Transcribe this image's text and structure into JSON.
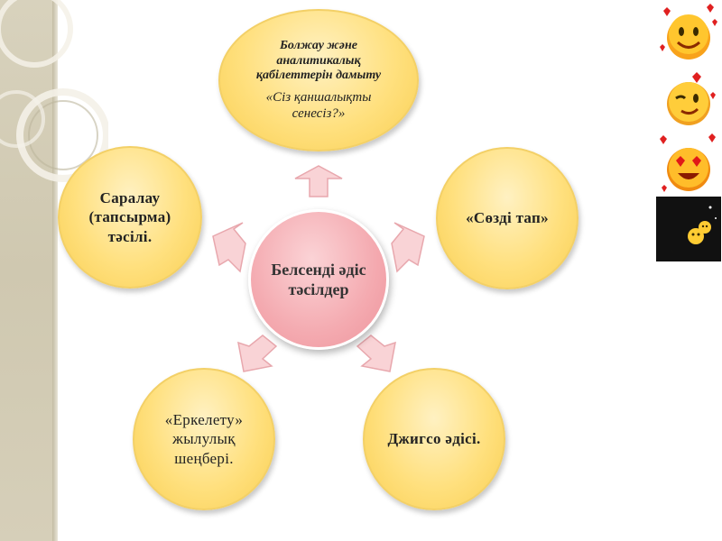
{
  "diagram": {
    "center": {
      "text": "Белсенді әдіс тәсілдер"
    },
    "nodes": {
      "top": {
        "title": "Болжау және аналитикалық қабілеттерін дамыту",
        "subtitle": "«Сіз қаншалықты сенесіз?»"
      },
      "right": {
        "text": "«Сөзді тап»"
      },
      "bottom_right": {
        "text": "Джигсо әдісі."
      },
      "bottom_left": {
        "text": "«Еркелету» жылулық шеңбері."
      },
      "left": {
        "text": "Саралау (тапсырма) тәсілі."
      }
    }
  },
  "colors": {
    "outer_fill": "#ffe07e",
    "center_fill": "#f4aab0",
    "arrow_fill": "#f9d3d6",
    "arrow_stroke": "#e8a7ad"
  },
  "emoji_icons": [
    "smiling-hearts-emoji-icon",
    "winking-emoji-icon",
    "heart-eyes-emoji-icon",
    "moon-emoji-icon"
  ]
}
